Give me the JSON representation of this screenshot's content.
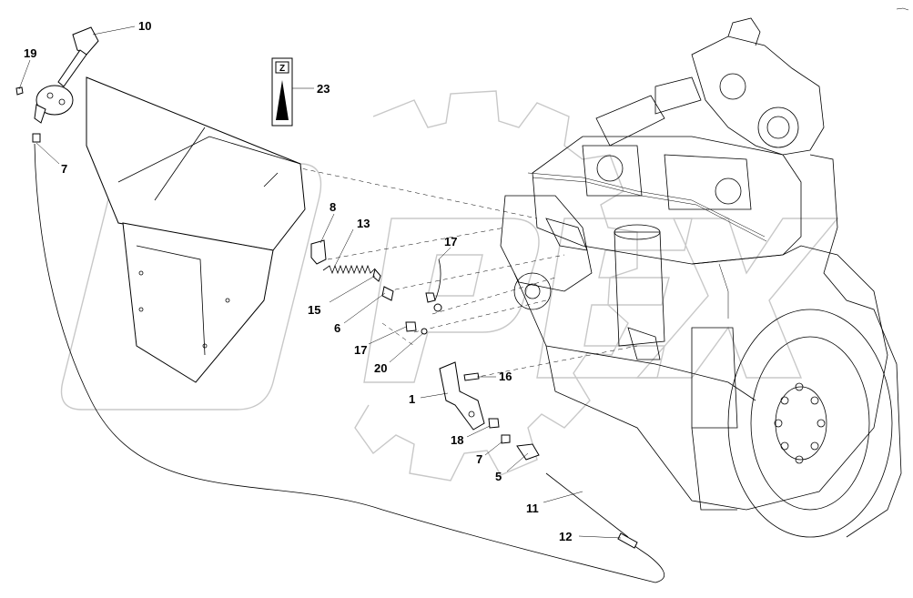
{
  "callouts": [
    {
      "id": "c10",
      "label": "10"
    },
    {
      "id": "c19",
      "label": "19"
    },
    {
      "id": "c7a",
      "label": "7"
    },
    {
      "id": "c23",
      "label": "23"
    },
    {
      "id": "c8",
      "label": "8"
    },
    {
      "id": "c13",
      "label": "13"
    },
    {
      "id": "c17a",
      "label": "17"
    },
    {
      "id": "c15",
      "label": "15"
    },
    {
      "id": "c6",
      "label": "6"
    },
    {
      "id": "c17b",
      "label": "17"
    },
    {
      "id": "c20",
      "label": "20"
    },
    {
      "id": "c16",
      "label": "16"
    },
    {
      "id": "c1",
      "label": "1"
    },
    {
      "id": "c18",
      "label": "18"
    },
    {
      "id": "c7b",
      "label": "7"
    },
    {
      "id": "c5",
      "label": "5"
    },
    {
      "id": "c11",
      "label": "11"
    },
    {
      "id": "c12",
      "label": "12"
    }
  ],
  "decal_symbol": "Z",
  "watermark_text": "OPEX"
}
